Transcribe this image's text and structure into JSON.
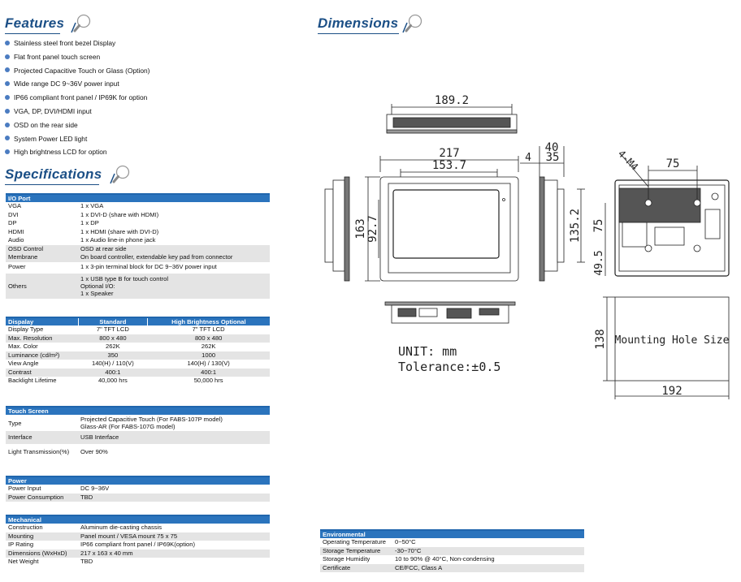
{
  "colors": {
    "title": "#1b4f86",
    "table_header": "#2b74bd",
    "row_alt": "#e4e4e4",
    "bullet": "#4b7cc1"
  },
  "features": {
    "title": "Features",
    "items": [
      "Stainless steel front bezel Display",
      "Flat front panel touch screen",
      "Projected Capacitive Touch or Glass (Option)",
      "Wide range DC 9~36V power input",
      "IP66 compliant front panel / IP69K for option",
      "VGA, DP, DVI/HDMI input",
      "OSD on the rear side",
      "System Power LED light",
      "High brightness LCD for option"
    ]
  },
  "specifications": {
    "title": "Specifications"
  },
  "io_port": {
    "header": "I/O Port",
    "rows": [
      [
        "VGA",
        "1 x VGA"
      ],
      [
        "DVI",
        "1 x DVI-D (share with HDMI)"
      ],
      [
        "DP",
        "1 x DP"
      ],
      [
        "HDMI",
        "1 x HDMI (share with DVI-D)"
      ],
      [
        "Audio",
        "1 x Audio line-in phone jack"
      ],
      [
        "OSD Control",
        "OSD at rear side"
      ],
      [
        "Membrane",
        "On board controller, extendable key pad from connector"
      ],
      [
        "Power",
        "1 x 3-pin terminal block for DC 9~36V power input"
      ],
      [
        "Others",
        "1 x USB type B for touch control",
        "Optional I/O:",
        "1 x Speaker"
      ]
    ]
  },
  "display": {
    "header": [
      "Dispalay",
      "Standard",
      "High Brightness Optional"
    ],
    "rows": [
      [
        "Display Type",
        "7\" TFT LCD",
        "7\" TFT LCD"
      ],
      [
        "Max. Resolution",
        "800 x 480",
        "800 x 480"
      ],
      [
        "Max. Color",
        "262K",
        "262K"
      ],
      [
        "Luminance (cd/m²)",
        "350",
        "1000"
      ],
      [
        "View Angle",
        "140(H) / 110(V)",
        "140(H) / 130(V)"
      ],
      [
        "Contrast",
        "400:1",
        "400:1"
      ],
      [
        "Backlight Lifetime",
        "40,000 hrs",
        "50,000 hrs"
      ]
    ]
  },
  "touch": {
    "header": "Touch Screen",
    "type_label": "Type",
    "type_values": [
      "Projected Capacitive Touch (For FABS-107P model)",
      "Glass-AR (For FABS-107G model)"
    ],
    "rows": [
      [
        "Interface",
        "USB Interface"
      ],
      [
        "Light Transmission(%)",
        "Over 90%"
      ]
    ]
  },
  "power": {
    "header": "Power",
    "rows": [
      [
        "Power Input",
        "DC 9~36V"
      ],
      [
        "Power Consumption",
        "TBD"
      ]
    ]
  },
  "mechanical": {
    "header": "Mechanical",
    "rows": [
      [
        "Construction",
        "Aluminum die-casting chassis"
      ],
      [
        "Mounting",
        "Panel mount / VESA mount 75 x 75"
      ],
      [
        "IP Rating",
        "IP66 compliant front panel / IP69K(option)"
      ],
      [
        "Dimensions (WxHxD)",
        "217 x 163 x 40 mm"
      ],
      [
        "Net Weight",
        "TBD"
      ]
    ]
  },
  "dimensions": {
    "title": "Dimensions",
    "labels": {
      "top_width": "189.2",
      "front_width": "217",
      "front_inner": "153.7",
      "depth_a": "4",
      "depth_b": "35",
      "depth_total": "40",
      "height": "163",
      "height_inner": "92.7",
      "side_h": "135.2",
      "back_w": "75",
      "back_h": "75",
      "back_off": "49.5",
      "screw": "4-M4",
      "mount_w": "192",
      "mount_h": "138",
      "mount_label": "Mounting Hole Size",
      "unit": "UNIT: mm",
      "tolerance": "Tolerance:±0.5"
    }
  },
  "environmental": {
    "header": "Environmental",
    "rows": [
      [
        "Operating Temperature",
        "0~50°C"
      ],
      [
        "Storage Temperature",
        "-30~70°C"
      ],
      [
        "Storage Humidity",
        "10 to 90% @ 40°C, Non-condensing"
      ],
      [
        "Certificate",
        "CE/FCC, Class A"
      ]
    ]
  }
}
